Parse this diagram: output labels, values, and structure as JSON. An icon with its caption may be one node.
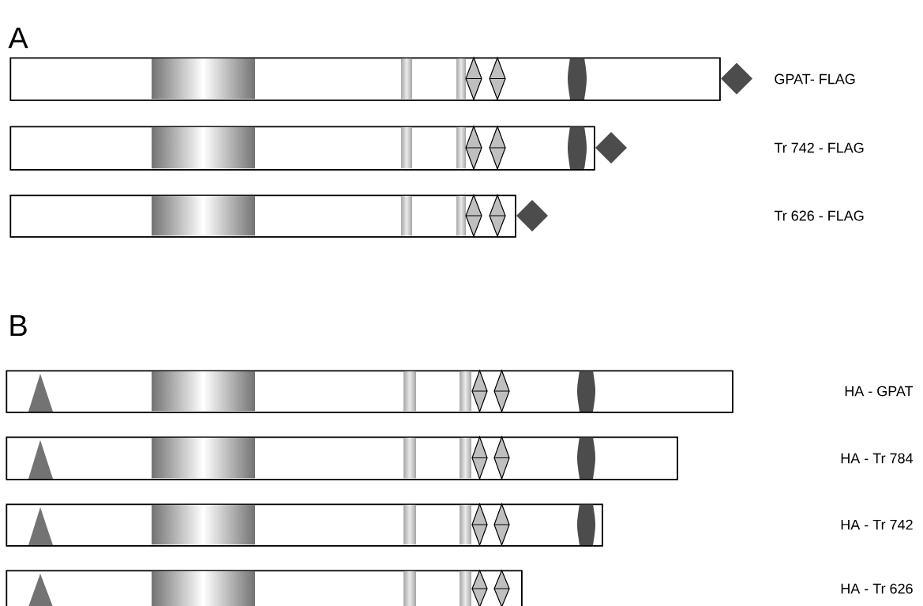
{
  "diagram": {
    "nodes": [
      {
        "text": [],
        "shape": "bar"
      },
      {
        "text": [],
        "shape": "bar"
      },
      {
        "text": [],
        "shape": "bar"
      },
      {
        "text": [],
        "shape": "bar"
      },
      {
        "text": [],
        "shape": "bar"
      },
      {
        "text": [],
        "shape": "bar"
      },
      {
        "text": [],
        "shape": "bar"
      }
    ],
    "labels": [
      "A",
      "GPAT- FLAG",
      "Tr 742 - FLAG",
      "Tr 626 - FLAG",
      "B",
      "HA - GPAT",
      "HA - Tr 784",
      "HA - Tr 742",
      "HA - Tr 626"
    ]
  }
}
